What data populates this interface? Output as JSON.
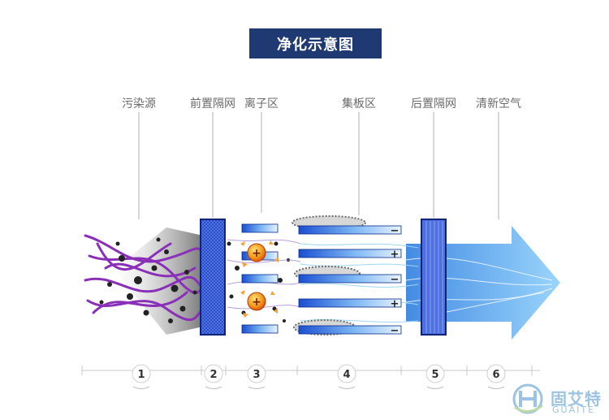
{
  "title": "净化示意图",
  "zones": [
    {
      "label": "污染源",
      "number": "1"
    },
    {
      "label": "前置隔网",
      "number": "2"
    },
    {
      "label": "离子区",
      "number": "3"
    },
    {
      "label": "集板区",
      "number": "4"
    },
    {
      "label": "后置隔网",
      "number": "5"
    },
    {
      "label": "清新空气",
      "number": "6"
    }
  ],
  "plate_signs": [
    "−",
    "+",
    "−",
    "+",
    "−"
  ],
  "ion_sign": "+",
  "brand": {
    "name_cn": "固艾特",
    "name_en": "GUAITE"
  },
  "colors": {
    "title_bg": "#1f3a73",
    "filter_blue": "#2447c6",
    "arrow_blue": "#5aa9f0",
    "smoke": "#8a2fb8",
    "brand": "#9cc3e4"
  }
}
